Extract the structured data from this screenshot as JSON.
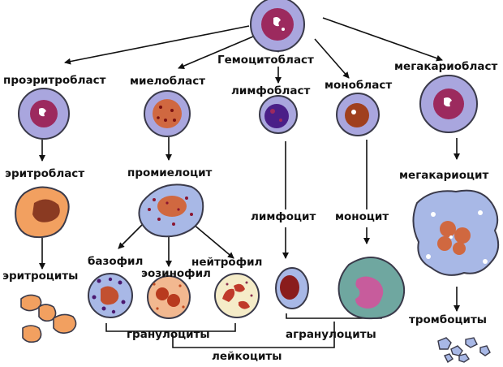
{
  "labels": {
    "hemocytoblast": "Гемоцитобласт",
    "proerythroblast": "проэритробласт",
    "myeloblast": "миелобласт",
    "lymphoblast": "лимфобласт",
    "monoblast": "монобласт",
    "megakaryoblast": "мегакариобласт",
    "erythroblast": "эритробласт",
    "promyelocyte": "промиелоцит",
    "lymphocyte": "лимфоцит",
    "monocyte": "моноцит",
    "megakaryocyte": "мегакариоцит",
    "erythrocytes": "эритроциты",
    "basophil": "базофил",
    "eosinophil": "эозинофил",
    "neutrophil": "нейтрофил",
    "thrombocytes": "тромбоциты",
    "granulocytes": "гранулоциты",
    "agranulocytes": "агранулоциты",
    "leukocytes": "лейкоциты"
  },
  "colors": {
    "cytoplasm": "#a9a6de",
    "cytoplasm_border": "#3a3a4a",
    "blast_nucleus": "#9c2a5e",
    "erythroid": "#f2a060",
    "erythroid_nucleus": "#8a3a22",
    "granulocyte_cytoplasm": "#a8b8e6",
    "monocyte_cytoplasm": "#6fa7a0",
    "monocyte_nucleus": "#c75c9c",
    "neutrophil_cytoplasm": "#f5ecc8",
    "arrow": "#111111"
  }
}
